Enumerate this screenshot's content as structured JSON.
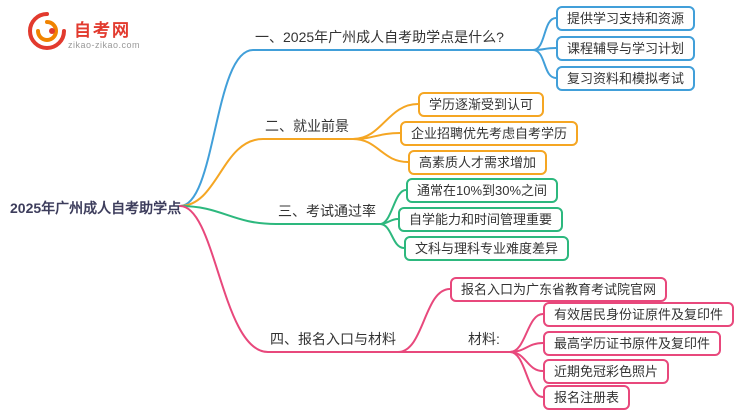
{
  "logo": {
    "brand": "自考网",
    "domain": "zikao-zikao.com"
  },
  "colors": {
    "blue": "#419fd9",
    "orange": "#f5a623",
    "green": "#2db87e",
    "pink": "#e8487c",
    "brand_red": "#e23a2e",
    "root_text": "#3d3d5c"
  },
  "mindmap": {
    "root": "2025年广州成人自考助学点",
    "branches": [
      {
        "label": "一、2025年广州成人自考助学点是什么?",
        "color": "#419fd9",
        "children": [
          {
            "label": "提供学习支持和资源"
          },
          {
            "label": "课程辅导与学习计划"
          },
          {
            "label": "复习资料和模拟考试"
          }
        ]
      },
      {
        "label": "二、就业前景",
        "color": "#f5a623",
        "children": [
          {
            "label": "学历逐渐受到认可"
          },
          {
            "label": "企业招聘优先考虑自考学历"
          },
          {
            "label": "高素质人才需求增加"
          }
        ]
      },
      {
        "label": "三、考试通过率",
        "color": "#2db87e",
        "children": [
          {
            "label": "通常在10%到30%之间"
          },
          {
            "label": "自学能力和时间管理重要"
          },
          {
            "label": "文科与理科专业难度差异"
          }
        ]
      },
      {
        "label": "四、报名入口与材料",
        "color": "#e8487c",
        "children": [
          {
            "label": "报名入口为广东省教育考试院官网"
          }
        ],
        "sub": {
          "label": "材料:",
          "children": [
            {
              "label": "有效居民身份证原件及复印件"
            },
            {
              "label": "最高学历证书原件及复印件"
            },
            {
              "label": "近期免冠彩色照片"
            },
            {
              "label": "报名注册表"
            }
          ]
        }
      }
    ]
  }
}
